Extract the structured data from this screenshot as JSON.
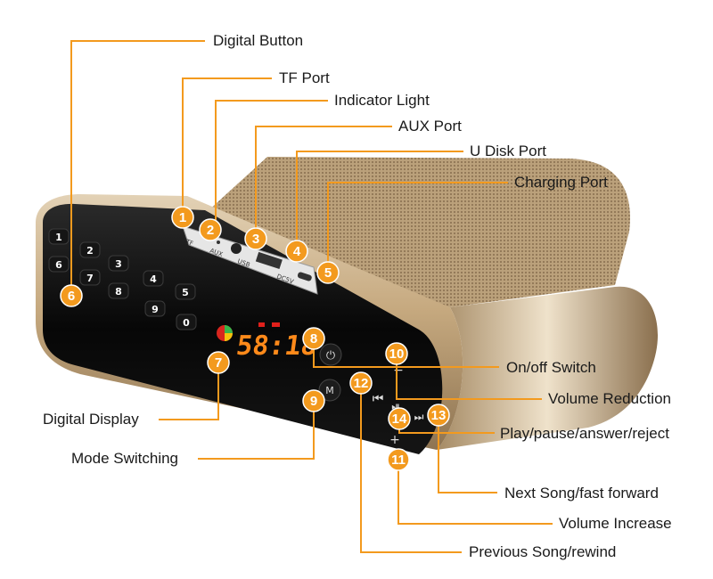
{
  "labels": {
    "digital_button": "Digital Button",
    "tf_port": "TF Port",
    "indicator_light": "Indicator Light",
    "aux_port": "AUX Port",
    "u_disk_port": "U Disk Port",
    "charging_port": "Charging Port",
    "on_off_switch": "On/off Switch",
    "volume_reduction": "Volume Reduction",
    "play_pause": "Play/pause/answer/reject",
    "next_song": "Next Song/fast forward",
    "volume_increase": "Volume Increase",
    "previous_song": "Previous Song/rewind",
    "digital_display": "Digital Display",
    "mode_switching": "Mode Switching"
  },
  "markers": [
    "1",
    "2",
    "3",
    "4",
    "5",
    "6",
    "7",
    "8",
    "9",
    "10",
    "11",
    "12",
    "13",
    "14"
  ],
  "keypad": [
    "1",
    "2",
    "3",
    "4",
    "5",
    "6",
    "7",
    "8",
    "9",
    "0"
  ],
  "display_text": "58:18",
  "port_text": {
    "tf": "TF",
    "aux": "AUX",
    "usb": "USB",
    "dc": "DC5V"
  },
  "button_glyphs": {
    "power": "⏻",
    "mode": "M",
    "prev": "⏮",
    "next": "⏭",
    "play": "⏯",
    "minus": "−",
    "plus": "+"
  },
  "colors": {
    "marker": "#f39a1e",
    "leader": "#f39a1e",
    "body_gold": "#c8ad86",
    "grille": "#b39a76",
    "panel": "#0c0c0c",
    "display_digits": "#ff8a1a"
  }
}
